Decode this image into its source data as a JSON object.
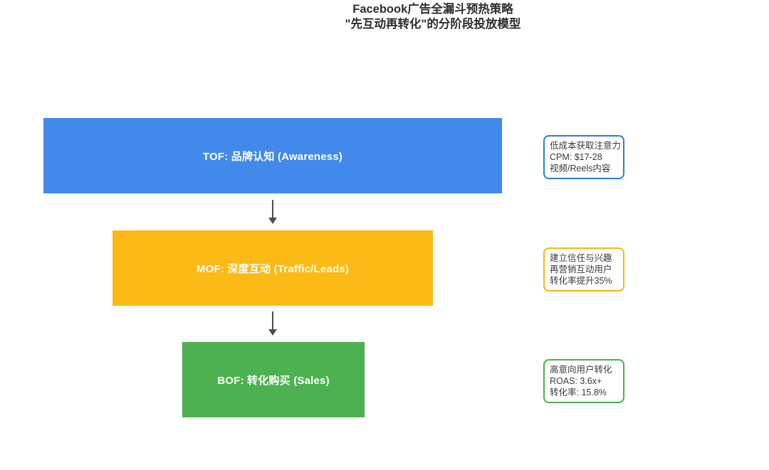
{
  "title": {
    "line1": "Facebook广告全漏斗预热策略",
    "line2": "\"先互动再转化\"的分阶段投放模型"
  },
  "funnel": {
    "stages": [
      {
        "id": "tof",
        "label": "TOF: 品牌认知 (Awareness)",
        "color": "#418AEC",
        "callout": {
          "border_color": "#2E7CE0",
          "lines": [
            "低成本获取注意力",
            "CPM: $17-28",
            "视频/Reels内容"
          ]
        }
      },
      {
        "id": "mof",
        "label": "MOF: 深度互动 (Traffic/Leads)",
        "color": "#FBBA15",
        "callout": {
          "border_color": "#F8B706",
          "lines": [
            "建立信任与兴趣",
            "再营销互动用户",
            "转化率提升35%"
          ]
        }
      },
      {
        "id": "bof",
        "label": "BOF: 转化购买 (Sales)",
        "color": "#4DB151",
        "callout": {
          "border_color": "#4CAF50",
          "lines": [
            "高意向用户转化",
            "ROAS: 3.6x+",
            "转化率: 15.8%"
          ]
        }
      }
    ],
    "arrow_color": "#4F4F4F"
  }
}
